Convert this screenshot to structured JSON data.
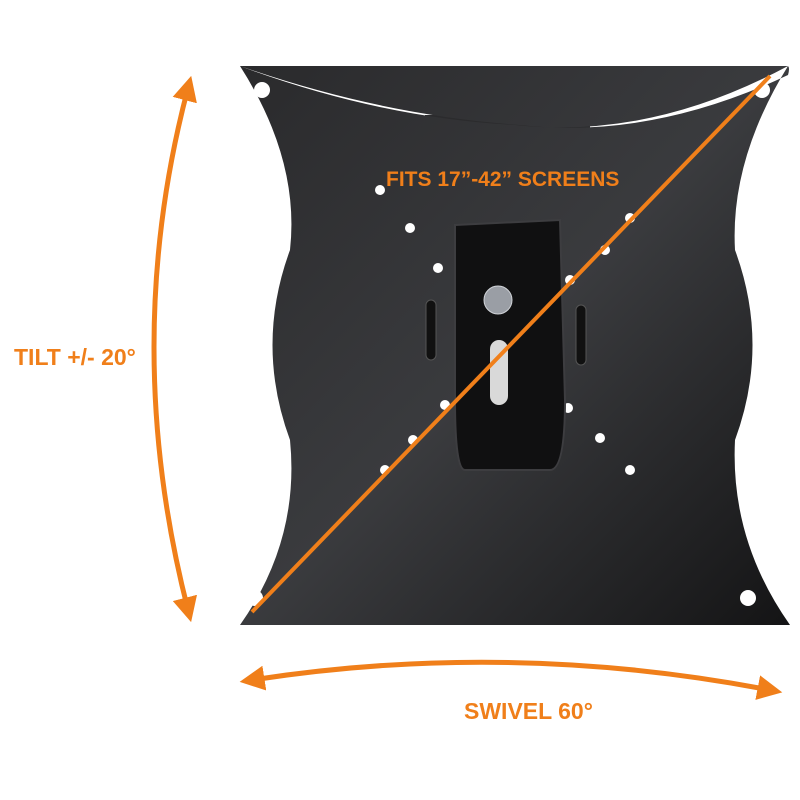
{
  "labels": {
    "diagonal": "FITS 17”-42” SCREENS",
    "tilt": "TILT +/- 20°",
    "swivel": "SWIVEL 60°"
  },
  "colors": {
    "accent": "#F07F1A",
    "plate": "#1E1E1F",
    "background": "#FFFFFF"
  }
}
